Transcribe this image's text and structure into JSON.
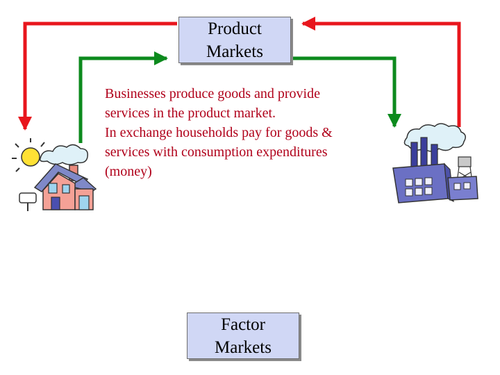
{
  "product_markets": {
    "line1": "Product",
    "line2": "Markets"
  },
  "factor_markets": {
    "line1": "Factor",
    "line2": "Markets"
  },
  "description": {
    "lines": [
      "Businesses produce goods and provide",
      "services in the product market.",
      "In exchange households pay for goods &",
      "services with consumption expenditures",
      "(money)"
    ]
  },
  "colors": {
    "red_arrow": "#e8161d",
    "green_arrow": "#0c8a1d",
    "description_text": "#b0001a",
    "box_fill": "#d0d7f5"
  },
  "icons": {
    "left": "house-icon",
    "right": "factory-icon"
  }
}
